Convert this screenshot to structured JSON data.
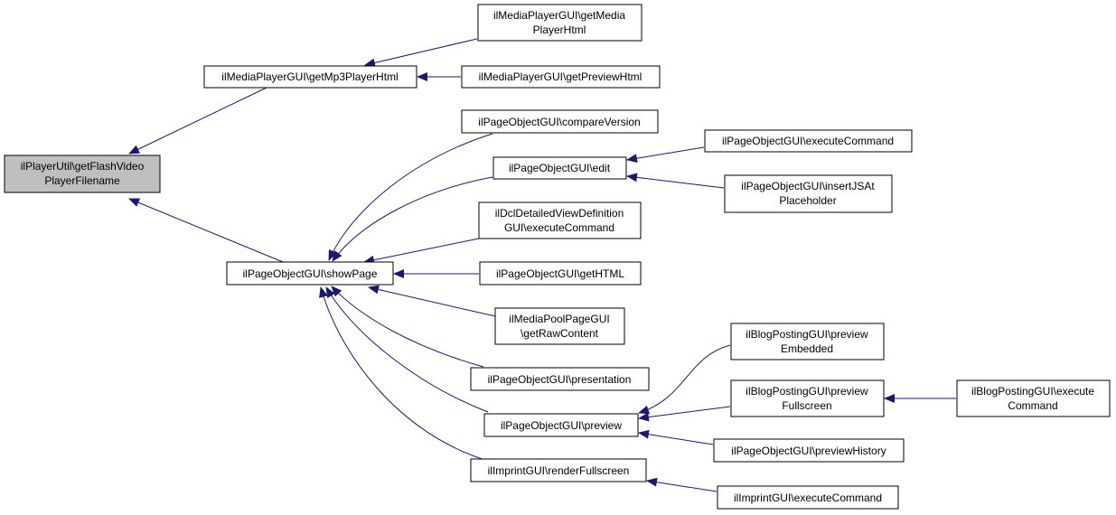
{
  "colors": {
    "edge": "#191970",
    "root_fill": "#bfbfbf",
    "node_fill": "#ffffff",
    "node_border": "#000000"
  },
  "nodes": {
    "root": [
      "ilPlayerUtil\\getFlashVideo",
      "PlayerFilename"
    ],
    "mp3": [
      "ilMediaPlayerGUI\\getMp3PlayerHtml"
    ],
    "getmedia": [
      "ilMediaPlayerGUI\\getMedia",
      "PlayerHtml"
    ],
    "getpreview": [
      "ilMediaPlayerGUI\\getPreviewHtml"
    ],
    "showpage": [
      "ilPageObjectGUI\\showPage"
    ],
    "compare": [
      "ilPageObjectGUI\\compareVersion"
    ],
    "edit": [
      "ilPageObjectGUI\\edit"
    ],
    "exec1": [
      "ilPageObjectGUI\\executeCommand"
    ],
    "insertjs": [
      "ilPageObjectGUI\\insertJSAt",
      "Placeholder"
    ],
    "dcl": [
      "ilDclDetailedViewDefinition",
      "GUI\\executeCommand"
    ],
    "gethtml": [
      "ilPageObjectGUI\\getHTML"
    ],
    "mediapool": [
      "ilMediaPoolPageGUI",
      "\\getRawContent"
    ],
    "presentation": [
      "ilPageObjectGUI\\presentation"
    ],
    "preview": [
      "ilPageObjectGUI\\preview"
    ],
    "blogemb": [
      "ilBlogPostingGUI\\preview",
      "Embedded"
    ],
    "blogfull": [
      "ilBlogPostingGUI\\preview",
      "Fullscreen"
    ],
    "blogexec": [
      "ilBlogPostingGUI\\execute",
      "Command"
    ],
    "previewhist": [
      "ilPageObjectGUI\\previewHistory"
    ],
    "imprint": [
      "ilImprintGUI\\renderFullscreen"
    ],
    "imprintexec": [
      "ilImprintGUI\\executeCommand"
    ]
  }
}
